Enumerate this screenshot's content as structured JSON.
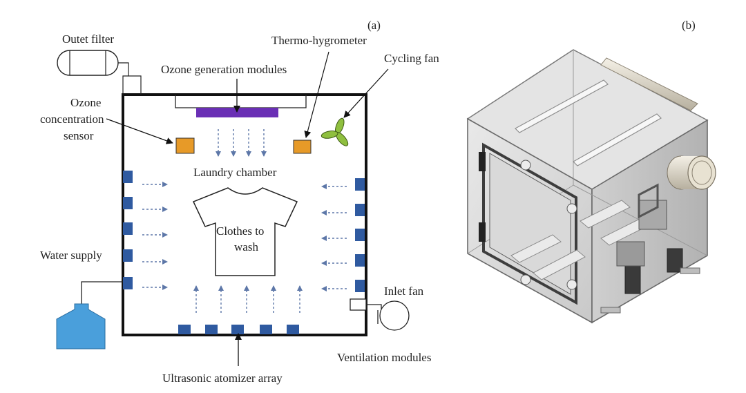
{
  "panel_a": {
    "tag": "(a)",
    "labels": {
      "outlet_filter": "Outet filter",
      "thermo_hygrometer": "Thermo-hygrometer",
      "ozone_generation": "Ozone generation modules",
      "cycling_fan": "Cycling fan",
      "ozone_sensor_line1": "Ozone",
      "ozone_sensor_line2": "concentration",
      "ozone_sensor_line3": "sensor",
      "laundry_chamber": "Laundry chamber",
      "clothes_line1": "Clothes to",
      "clothes_line2": "wash",
      "water_supply": "Water supply",
      "inlet_fan": "Inlet fan",
      "ventilation": "Ventilation modules",
      "atomizer": "Ultrasonic atomizer array"
    },
    "colors": {
      "atomizer_blue": "#2f5aa0",
      "ozone_purple": "#6a2fb5",
      "sensor_orange": "#e79a28",
      "fan_green": "#8fbf3f",
      "water_tank": "#4a9fdb",
      "arrow_gray_blue": "#5d77a8"
    }
  },
  "panel_b": {
    "tag": "(b)"
  }
}
